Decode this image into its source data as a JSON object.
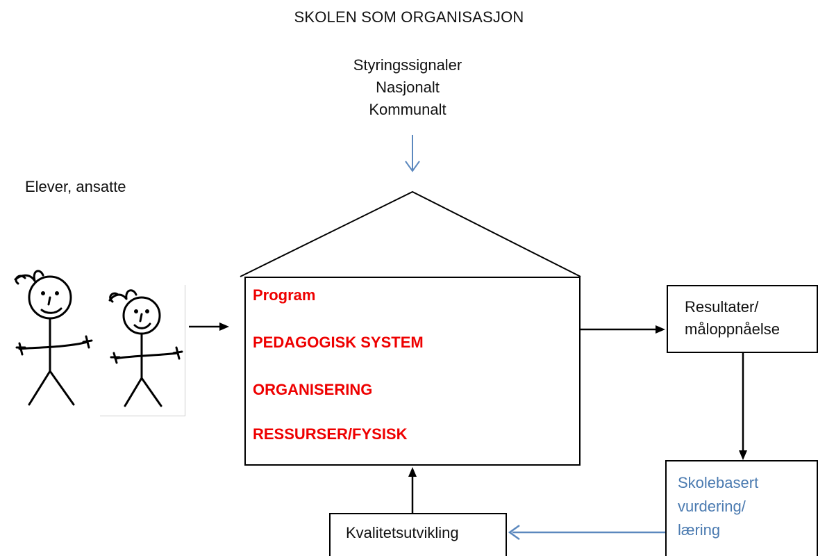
{
  "title": "SKOLEN SOM ORGANISASJON",
  "signals": [
    "Styringssignaler",
    "Nasjonalt",
    "Kommunalt"
  ],
  "students_label": "Elever, ansatte",
  "school_items": [
    "Program",
    "PEDAGOGISK SYSTEM",
    "ORGANISERING",
    "RESSURSER/FYSISK"
  ],
  "results_lines": [
    "Resultater/",
    "måloppnåelse"
  ],
  "assessment_lines": [
    "Skolebasert",
    "vurdering/",
    "læring"
  ],
  "quality_label": "Kvalitetsutvikling",
  "colors": {
    "black": "#000000",
    "red_text": "#ee0000",
    "blue_text": "#4a7ab0",
    "blue_arrow": "#5b88be"
  },
  "icons": [
    "stick-figure-large-icon",
    "stick-figure-small-icon"
  ]
}
